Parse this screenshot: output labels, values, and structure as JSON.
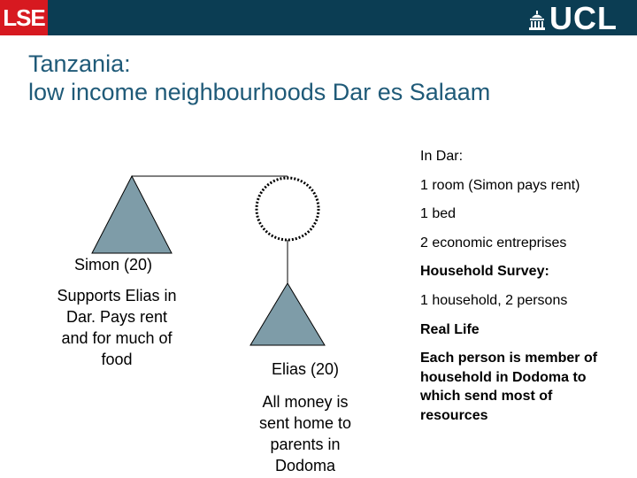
{
  "header": {
    "left_logo_text": "LSE",
    "right_logo_text": "UCL",
    "colors": {
      "bar": "#0b3d53",
      "lse_red": "#d71920",
      "title": "#1f5a78",
      "triangle": "#7e9ca8"
    }
  },
  "title": {
    "line1": "Tanzania:",
    "line2": "low income neighbourhoods Dar es Salaam"
  },
  "diagram": {
    "simon": {
      "name": "Simon (20)",
      "description": "Supports Elias in Dar. Pays rent and for much of food"
    },
    "elias": {
      "name": "Elias (20)",
      "description": "All money is sent home to parents in Dodoma"
    }
  },
  "panel": {
    "in_dar": "In Dar:",
    "room": "1 room (Simon pays rent)",
    "bed": "1 bed",
    "enterprises": "2 economic entreprises",
    "survey_heading": "Household Survey:",
    "survey_value": "1 household, 2 persons",
    "real_life_heading": "Real Life",
    "real_life_value": "Each person is member of household in Dodoma to which send most of resources"
  }
}
